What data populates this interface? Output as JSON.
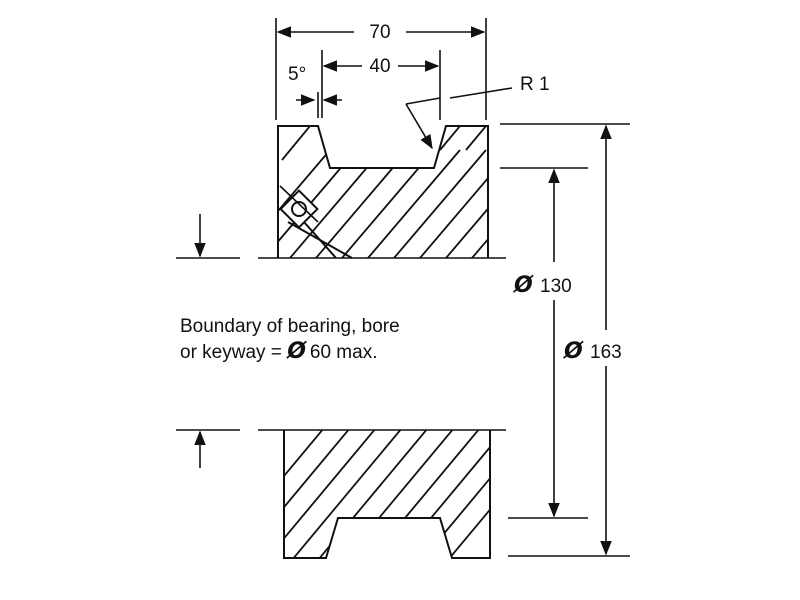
{
  "dimensions": {
    "overall_width": "70",
    "groove_width": "40",
    "angle": "5°",
    "radius": "R 1",
    "inner_diameter_symbol": "Ø",
    "inner_diameter": "130",
    "outer_diameter_symbol": "Ø",
    "outer_diameter": "163"
  },
  "note": {
    "line1": "Boundary of bearing, bore",
    "line2_prefix": "or keyway = ",
    "line2_symbol": "Ø",
    "line2_value": "60 max."
  }
}
